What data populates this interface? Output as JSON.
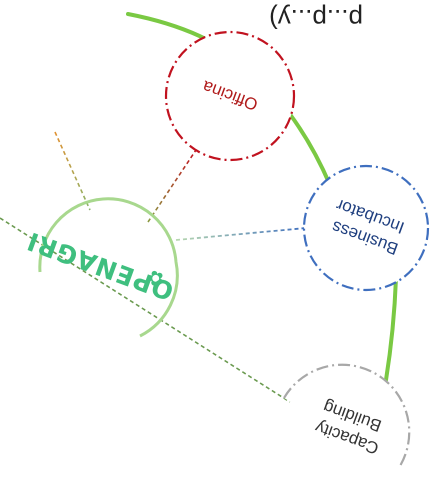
{
  "top_fragment": {
    "text": "p...p...y)"
  },
  "hub": {
    "logo": "OPENAGRI",
    "color": "#3fbf7f",
    "ring_color": "#a8d88e"
  },
  "nodes": [
    {
      "id": "officina",
      "lines": [
        "Officina"
      ],
      "color": "#c1121f",
      "text_color": "#b01a1a"
    },
    {
      "id": "business-incubator",
      "lines": [
        "Business",
        "Incubator"
      ],
      "color": "#3f6fbf",
      "text_color": "#1f3f7f"
    },
    {
      "id": "capacity-building",
      "lines": [
        "Capacity",
        "Building"
      ],
      "color": "#a8a8a8",
      "text_color": "#333333"
    }
  ],
  "colors": {
    "arc": "#7ac943",
    "connector_green": "#6a9a4f",
    "connector_orange": "#d08030"
  }
}
